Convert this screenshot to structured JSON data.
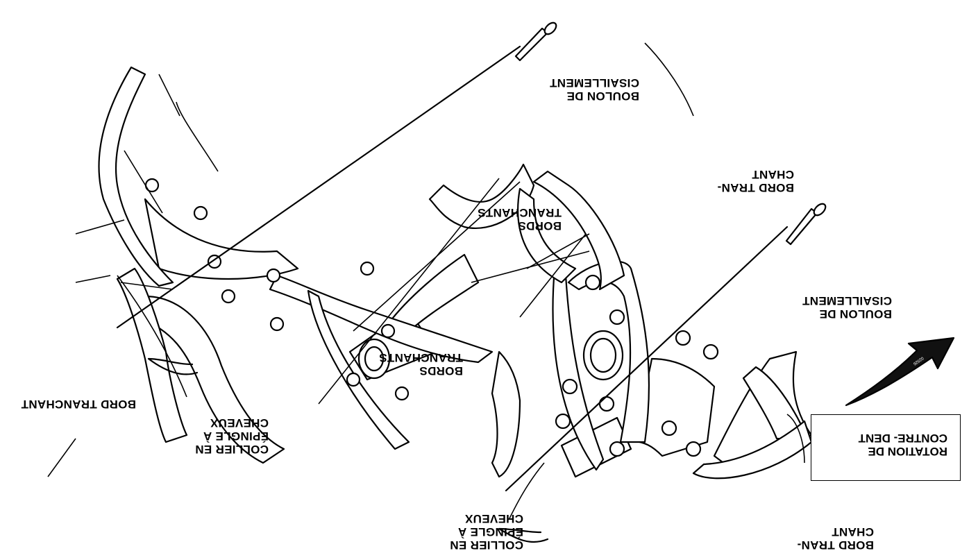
{
  "labels": {
    "rotation": [
      "ROTATION DE",
      "CONTRE- DENT"
    ],
    "bord_tranchant_right": [
      "BORD TRAN-",
      "CHANT"
    ],
    "collier_lower": [
      "COLLIER EN",
      "ÉPINGLE À",
      "CHEVEUX"
    ],
    "boulon_right": [
      "BOULON DE",
      "CISAILLEMENT"
    ],
    "bords_tranchants_mid": [
      "BORDS",
      "TRANCHANTS"
    ],
    "bord_tranchant_upper": [
      "BORD TRAN-",
      "CHANT"
    ],
    "bords_tranchants_upper": [
      "BORDS",
      "TRANCHANTS"
    ],
    "collier_left": [
      "COLLIER EN",
      "ÉPINGLE À",
      "CHEVEUX"
    ],
    "bord_tranchant_left": [
      "BORD TRANCHANT"
    ],
    "boulon_top": [
      "BOULON DE",
      "CISAILLEMENT"
    ]
  },
  "figure_code": "02926"
}
